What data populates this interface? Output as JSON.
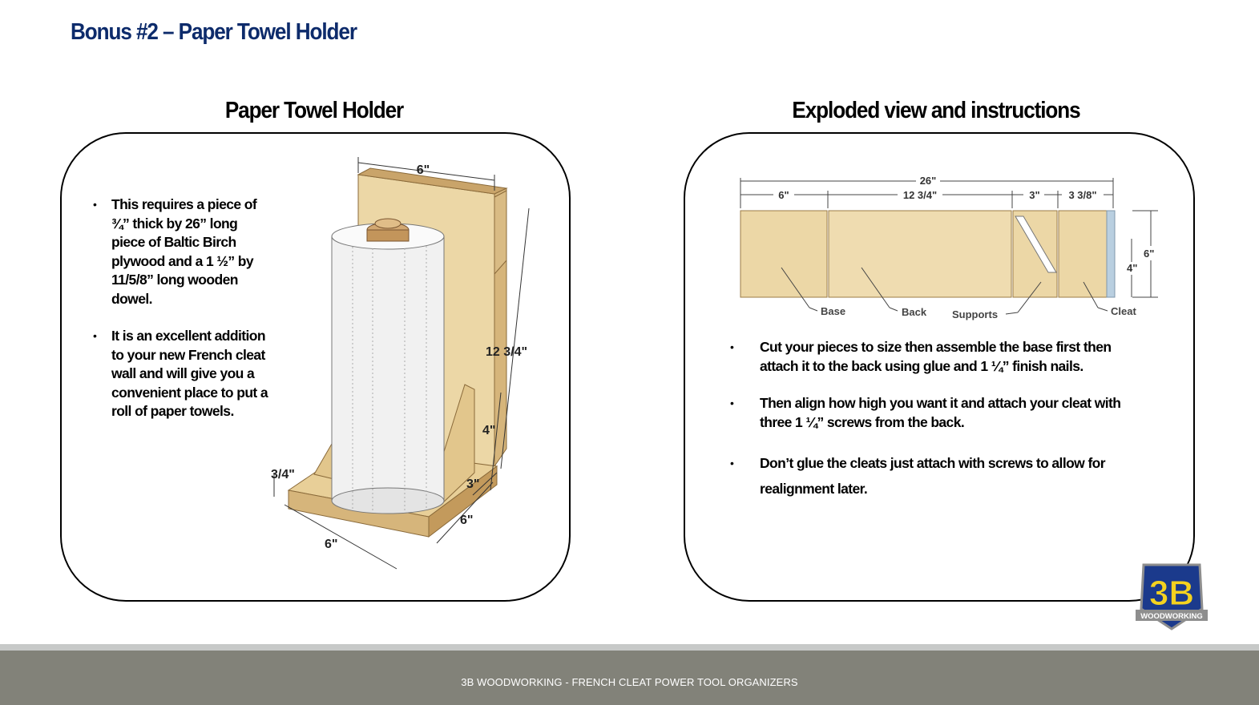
{
  "slide": {
    "title": "Bonus #2 – Paper Towel Holder",
    "footer": "3B WOODWORKING - FRENCH CLEAT POWER TOOL ORGANIZERS"
  },
  "left_panel": {
    "heading": "Paper Towel Holder",
    "bullets": [
      "This requires a piece of ¾” thick by 26” long piece of Baltic Birch plywood and a 1 ½” by 11/5/8” long wooden dowel.",
      "It is an excellent addition to your new French cleat wall and will give you a convenient place to put a roll of paper towels."
    ],
    "diagram": {
      "dim_top_width": "6\"",
      "dim_back_height": "12 3/4\"",
      "dim_support_height": "4\"",
      "dim_support_depth": "3\"",
      "dim_base_depth": "6\"",
      "dim_base_width": "6\"",
      "dim_thickness": "3/4\""
    }
  },
  "right_panel": {
    "heading": "Exploded view and instructions",
    "board": {
      "total_length": "26\"",
      "segment_base": "6\"",
      "segment_back": "12 3/4\"",
      "segment_supports": "3\"",
      "segment_cleat": "3 3/8\"",
      "height": "6\"",
      "support_height": "4\"",
      "label_base": "Base",
      "label_back": "Back",
      "label_supports": "Supports",
      "label_cleat": "Cleat"
    },
    "bullets": [
      "Cut your pieces to size then assemble the base first then attach it to the back using glue and  1 ¼” finish nails.",
      "Then align how high you want it and attach your cleat with three 1 ¼” screws from the back.",
      "Don’t glue the cleats just attach with screws to allow for realignment later."
    ]
  },
  "logo": {
    "mark": "3B",
    "word": "WOODWORKING"
  },
  "bullet_glyph": "•",
  "colors": {
    "title": "#0d2b6b",
    "footer": "#828279",
    "wood": "#ecd7a6",
    "wood_edge": "#c9a46a",
    "logo_fill": "#f4d21f",
    "logo_bg": "#1b3a8c"
  }
}
